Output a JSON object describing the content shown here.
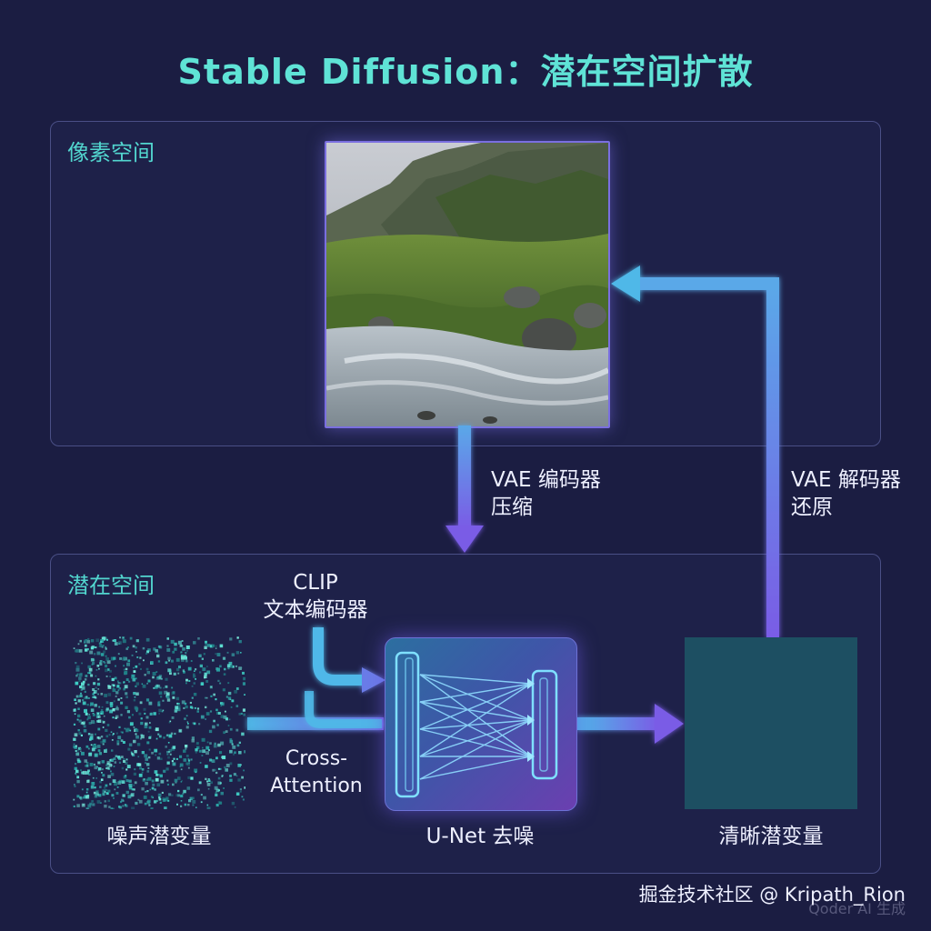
{
  "title": "Stable Diffusion：潜在空间扩散",
  "pixel_space": {
    "label": "像素空间"
  },
  "latent_space": {
    "label": "潜在空间"
  },
  "encoder": {
    "line1": "VAE 编码器",
    "line2": "压缩"
  },
  "decoder": {
    "line1": "VAE 解码器",
    "line2": "还原"
  },
  "clip": {
    "line1": "CLIP",
    "line2": "文本编码器"
  },
  "cross_attention": {
    "line1": "Cross-",
    "line2": "Attention"
  },
  "noise_latent": {
    "label": "噪声潜变量"
  },
  "unet": {
    "label": "U-Net 去噪"
  },
  "clean_latent": {
    "label": "清晰潜变量"
  },
  "watermark": {
    "text": "掘金技术社区 @ Kripath_Rion",
    "faint": "Qoder AI 生成"
  },
  "colors": {
    "accent": "#5fe3d6",
    "arrow_teal": "#4fb8e8",
    "arrow_purple": "#7a5ce6",
    "background": "#1b1d42"
  },
  "icons": [
    "down-arrow-icon",
    "up-arrow-icon",
    "right-arrow-icon",
    "neural-network-icon"
  ]
}
